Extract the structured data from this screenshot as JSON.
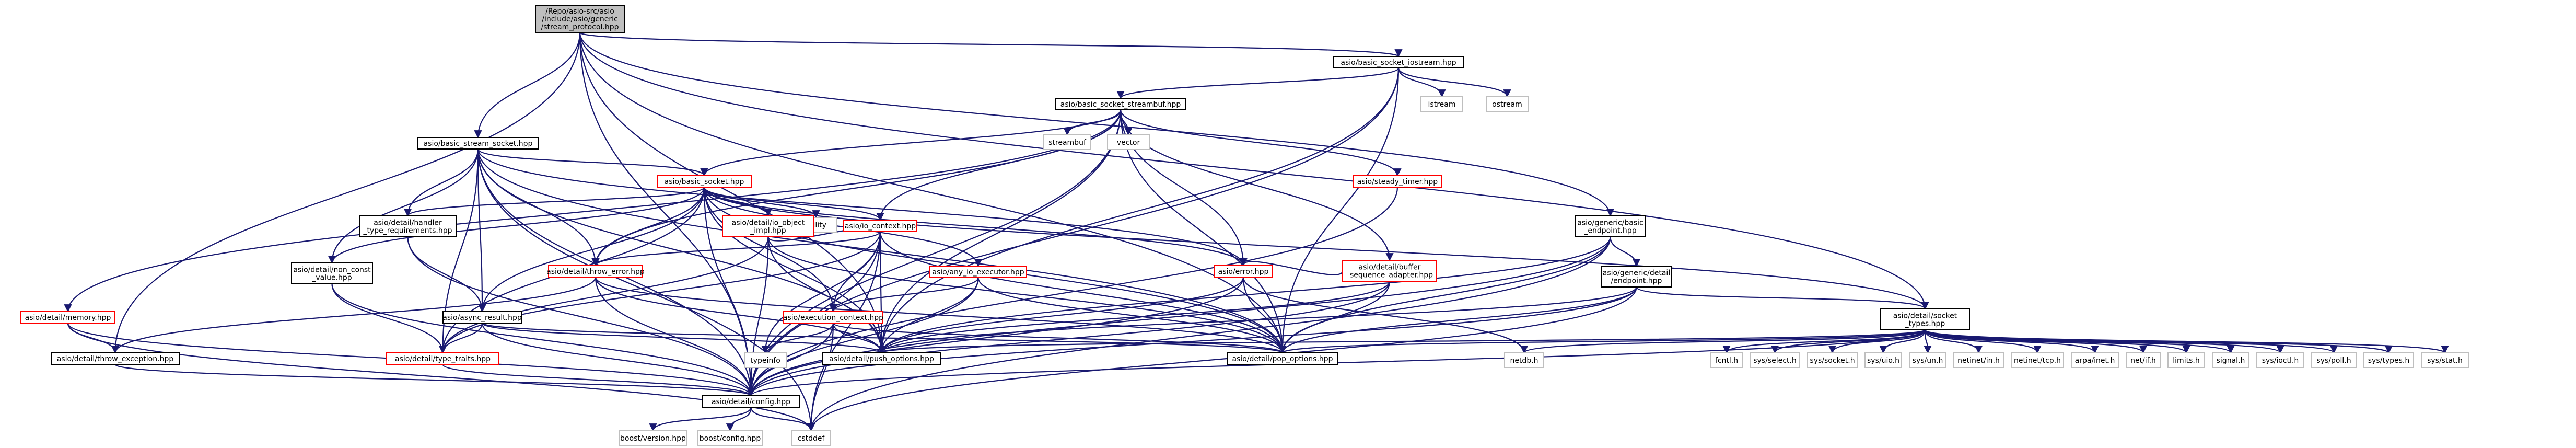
{
  "colors": {
    "edge": "#191970",
    "node_border": "#000000",
    "linked_fill": "#ffffff",
    "missing_border": "#ff0000",
    "external_border": "#bfbfbf",
    "root_fill": "#bfbfbf",
    "text": "#000000"
  },
  "nodes": [
    {
      "id": "root",
      "kind": "root",
      "lines": [
        "/Repo/asio-src/asio",
        "/include/asio/generic",
        "/stream_protocol.hpp"
      ]
    },
    {
      "id": "bsi",
      "kind": "file",
      "lines": [
        "asio/basic_socket_iostream.hpp"
      ]
    },
    {
      "id": "bssb",
      "kind": "file",
      "lines": [
        "asio/basic_socket_streambuf.hpp"
      ]
    },
    {
      "id": "istream",
      "kind": "system",
      "lines": [
        "istream"
      ]
    },
    {
      "id": "ostream",
      "kind": "system",
      "lines": [
        "ostream"
      ]
    },
    {
      "id": "streambuf",
      "kind": "system",
      "lines": [
        "streambuf"
      ]
    },
    {
      "id": "vector",
      "kind": "system",
      "lines": [
        "vector"
      ]
    },
    {
      "id": "bss",
      "kind": "file",
      "lines": [
        "asio/basic_stream_socket.hpp"
      ]
    },
    {
      "id": "bs",
      "kind": "missing",
      "lines": [
        "asio/basic_socket.hpp"
      ]
    },
    {
      "id": "steady",
      "kind": "missing",
      "lines": [
        "asio/steady_timer.hpp"
      ]
    },
    {
      "id": "geb",
      "kind": "file",
      "lines": [
        "asio/generic/basic",
        "_endpoint.hpp"
      ]
    },
    {
      "id": "utility",
      "kind": "system",
      "lines": [
        "utility"
      ]
    },
    {
      "id": "ioobj",
      "kind": "missing",
      "lines": [
        "asio/detail/io_object",
        "_impl.hpp"
      ]
    },
    {
      "id": "handreq",
      "kind": "file",
      "lines": [
        "asio/detail/handler",
        "_type_requirements.hpp"
      ]
    },
    {
      "id": "ioctx",
      "kind": "missing",
      "lines": [
        "asio/io_context.hpp"
      ]
    },
    {
      "id": "anyio",
      "kind": "missing",
      "lines": [
        "asio/any_io_executor.hpp"
      ]
    },
    {
      "id": "bufseq",
      "kind": "missing",
      "lines": [
        "asio/detail/buffer",
        "_sequence_adapter.hpp"
      ]
    },
    {
      "id": "gedep",
      "kind": "file",
      "lines": [
        "asio/generic/detail",
        "/endpoint.hpp"
      ]
    },
    {
      "id": "memory",
      "kind": "missing",
      "lines": [
        "asio/detail/memory.hpp"
      ]
    },
    {
      "id": "nonconst",
      "kind": "file",
      "lines": [
        "asio/detail/non_const",
        "_value.hpp"
      ]
    },
    {
      "id": "throwerr",
      "kind": "missing",
      "lines": [
        "asio/detail/throw_error.hpp"
      ]
    },
    {
      "id": "execctx",
      "kind": "missing",
      "lines": [
        "asio/execution_context.hpp"
      ]
    },
    {
      "id": "error",
      "kind": "missing",
      "lines": [
        "asio/error.hpp"
      ]
    },
    {
      "id": "socktypes",
      "kind": "file",
      "lines": [
        "asio/detail/socket",
        "_types.hpp"
      ]
    },
    {
      "id": "asyncres",
      "kind": "file",
      "lines": [
        "asio/async_result.hpp"
      ]
    },
    {
      "id": "throwexc",
      "kind": "file",
      "lines": [
        "asio/detail/throw_exception.hpp"
      ]
    },
    {
      "id": "typetraits",
      "kind": "missing",
      "lines": [
        "asio/detail/type_traits.hpp"
      ]
    },
    {
      "id": "typeinfo",
      "kind": "system",
      "lines": [
        "typeinfo"
      ]
    },
    {
      "id": "push",
      "kind": "file",
      "lines": [
        "asio/detail/push_options.hpp"
      ]
    },
    {
      "id": "pop",
      "kind": "file",
      "lines": [
        "asio/detail/pop_options.hpp"
      ]
    },
    {
      "id": "netdb",
      "kind": "system",
      "lines": [
        "netdb.h"
      ]
    },
    {
      "id": "fcntl",
      "kind": "system",
      "lines": [
        "fcntl.h"
      ]
    },
    {
      "id": "sysselect",
      "kind": "system",
      "lines": [
        "sys/select.h"
      ]
    },
    {
      "id": "syssocket",
      "kind": "system",
      "lines": [
        "sys/socket.h"
      ]
    },
    {
      "id": "sysuio",
      "kind": "system",
      "lines": [
        "sys/uio.h"
      ]
    },
    {
      "id": "sysun",
      "kind": "system",
      "lines": [
        "sys/un.h"
      ]
    },
    {
      "id": "netinetin",
      "kind": "system",
      "lines": [
        "netinet/in.h"
      ]
    },
    {
      "id": "netinettcp",
      "kind": "system",
      "lines": [
        "netinet/tcp.h"
      ]
    },
    {
      "id": "arpainet",
      "kind": "system",
      "lines": [
        "arpa/inet.h"
      ]
    },
    {
      "id": "netif",
      "kind": "system",
      "lines": [
        "net/if.h"
      ]
    },
    {
      "id": "limits",
      "kind": "system",
      "lines": [
        "limits.h"
      ]
    },
    {
      "id": "signal",
      "kind": "system",
      "lines": [
        "signal.h"
      ]
    },
    {
      "id": "sysioctl",
      "kind": "system",
      "lines": [
        "sys/ioctl.h"
      ]
    },
    {
      "id": "syspoll",
      "kind": "system",
      "lines": [
        "sys/poll.h"
      ]
    },
    {
      "id": "systypes",
      "kind": "system",
      "lines": [
        "sys/types.h"
      ]
    },
    {
      "id": "sysstat",
      "kind": "system",
      "lines": [
        "sys/stat.h"
      ]
    },
    {
      "id": "config",
      "kind": "file",
      "lines": [
        "asio/detail/config.hpp"
      ]
    },
    {
      "id": "boostver",
      "kind": "system",
      "lines": [
        "boost/version.hpp"
      ]
    },
    {
      "id": "boostcfg",
      "kind": "system",
      "lines": [
        "boost/config.hpp"
      ]
    },
    {
      "id": "cstddef",
      "kind": "system",
      "lines": [
        "cstddef"
      ]
    }
  ],
  "edges": [
    [
      "root",
      "bsi"
    ],
    [
      "root",
      "bss"
    ],
    [
      "root",
      "geb"
    ],
    [
      "root",
      "push"
    ],
    [
      "root",
      "pop"
    ],
    [
      "root",
      "socktypes"
    ],
    [
      "root",
      "config"
    ],
    [
      "root",
      "throwexc"
    ],
    [
      "bsi",
      "bssb"
    ],
    [
      "bsi",
      "istream"
    ],
    [
      "bsi",
      "ostream"
    ],
    [
      "bsi",
      "push"
    ],
    [
      "bsi",
      "pop"
    ],
    [
      "bsi",
      "config"
    ],
    [
      "bssb",
      "streambuf"
    ],
    [
      "bssb",
      "vector"
    ],
    [
      "bssb",
      "bs"
    ],
    [
      "bssb",
      "steady"
    ],
    [
      "bssb",
      "ioctx"
    ],
    [
      "bssb",
      "bufseq"
    ],
    [
      "bssb",
      "memory"
    ],
    [
      "bssb",
      "throwerr"
    ],
    [
      "bssb",
      "push"
    ],
    [
      "bssb",
      "pop"
    ],
    [
      "bssb",
      "config"
    ],
    [
      "bssb",
      "error"
    ],
    [
      "bss",
      "bs"
    ],
    [
      "bss",
      "handreq"
    ],
    [
      "bss",
      "nonconst"
    ],
    [
      "bss",
      "asyncres"
    ],
    [
      "bss",
      "throwerr"
    ],
    [
      "bss",
      "push"
    ],
    [
      "bss",
      "pop"
    ],
    [
      "bss",
      "config"
    ],
    [
      "bss",
      "cstddef"
    ],
    [
      "bss",
      "error"
    ],
    [
      "bss",
      "typetraits"
    ],
    [
      "bs",
      "utility"
    ],
    [
      "bs",
      "ioobj"
    ],
    [
      "bs",
      "handreq"
    ],
    [
      "bs",
      "ioctx"
    ],
    [
      "bs",
      "anyio"
    ],
    [
      "bs",
      "nonconst"
    ],
    [
      "bs",
      "throwerr"
    ],
    [
      "bs",
      "asyncres"
    ],
    [
      "bs",
      "error"
    ],
    [
      "bs",
      "execctx"
    ],
    [
      "bs",
      "push"
    ],
    [
      "bs",
      "pop"
    ],
    [
      "bs",
      "config"
    ],
    [
      "bs",
      "typetraits"
    ],
    [
      "bs",
      "socktypes"
    ],
    [
      "steady",
      "config"
    ],
    [
      "geb",
      "gedep"
    ],
    [
      "geb",
      "push"
    ],
    [
      "geb",
      "pop"
    ],
    [
      "geb",
      "config"
    ],
    [
      "geb",
      "cstddef"
    ],
    [
      "ioobj",
      "ioctx"
    ],
    [
      "ioobj",
      "typetraits"
    ],
    [
      "ioobj",
      "push"
    ],
    [
      "ioobj",
      "pop"
    ],
    [
      "ioobj",
      "config"
    ],
    [
      "handreq",
      "asyncres"
    ],
    [
      "handreq",
      "config"
    ],
    [
      "ioctx",
      "execctx"
    ],
    [
      "ioctx",
      "throwerr"
    ],
    [
      "ioctx",
      "push"
    ],
    [
      "ioctx",
      "pop"
    ],
    [
      "ioctx",
      "config"
    ],
    [
      "ioctx",
      "typetraits"
    ],
    [
      "ioctx",
      "cstddef"
    ],
    [
      "ioctx",
      "typeinfo"
    ],
    [
      "anyio",
      "execctx"
    ],
    [
      "anyio",
      "push"
    ],
    [
      "anyio",
      "pop"
    ],
    [
      "anyio",
      "config"
    ],
    [
      "bufseq",
      "push"
    ],
    [
      "bufseq",
      "pop"
    ],
    [
      "bufseq",
      "config"
    ],
    [
      "bufseq",
      "error"
    ],
    [
      "gedep",
      "socktypes"
    ],
    [
      "gedep",
      "push"
    ],
    [
      "gedep",
      "pop"
    ],
    [
      "gedep",
      "config"
    ],
    [
      "gedep",
      "cstddef"
    ],
    [
      "memory",
      "throwexc"
    ],
    [
      "memory",
      "config"
    ],
    [
      "memory",
      "cstddef"
    ],
    [
      "nonconst",
      "typetraits"
    ],
    [
      "nonconst",
      "config"
    ],
    [
      "throwerr",
      "throwexc"
    ],
    [
      "throwerr",
      "push"
    ],
    [
      "throwerr",
      "pop"
    ],
    [
      "throwerr",
      "config"
    ],
    [
      "execctx",
      "push"
    ],
    [
      "execctx",
      "pop"
    ],
    [
      "execctx",
      "config"
    ],
    [
      "execctx",
      "typeinfo"
    ],
    [
      "execctx",
      "cstddef"
    ],
    [
      "error",
      "netdb"
    ],
    [
      "error",
      "push"
    ],
    [
      "error",
      "pop"
    ],
    [
      "error",
      "config"
    ],
    [
      "socktypes",
      "push"
    ],
    [
      "socktypes",
      "pop"
    ],
    [
      "socktypes",
      "config"
    ],
    [
      "socktypes",
      "netdb"
    ],
    [
      "socktypes",
      "fcntl"
    ],
    [
      "socktypes",
      "sysselect"
    ],
    [
      "socktypes",
      "syssocket"
    ],
    [
      "socktypes",
      "sysuio"
    ],
    [
      "socktypes",
      "sysun"
    ],
    [
      "socktypes",
      "netinetin"
    ],
    [
      "socktypes",
      "netinettcp"
    ],
    [
      "socktypes",
      "arpainet"
    ],
    [
      "socktypes",
      "netif"
    ],
    [
      "socktypes",
      "limits"
    ],
    [
      "socktypes",
      "signal"
    ],
    [
      "socktypes",
      "sysioctl"
    ],
    [
      "socktypes",
      "syspoll"
    ],
    [
      "socktypes",
      "systypes"
    ],
    [
      "socktypes",
      "sysstat"
    ],
    [
      "asyncres",
      "typetraits"
    ],
    [
      "asyncres",
      "push"
    ],
    [
      "asyncres",
      "pop"
    ],
    [
      "asyncres",
      "config"
    ],
    [
      "throwexc",
      "config"
    ],
    [
      "typetraits",
      "config"
    ],
    [
      "config",
      "boostver"
    ],
    [
      "config",
      "boostcfg"
    ],
    [
      "config",
      "cstddef"
    ]
  ]
}
